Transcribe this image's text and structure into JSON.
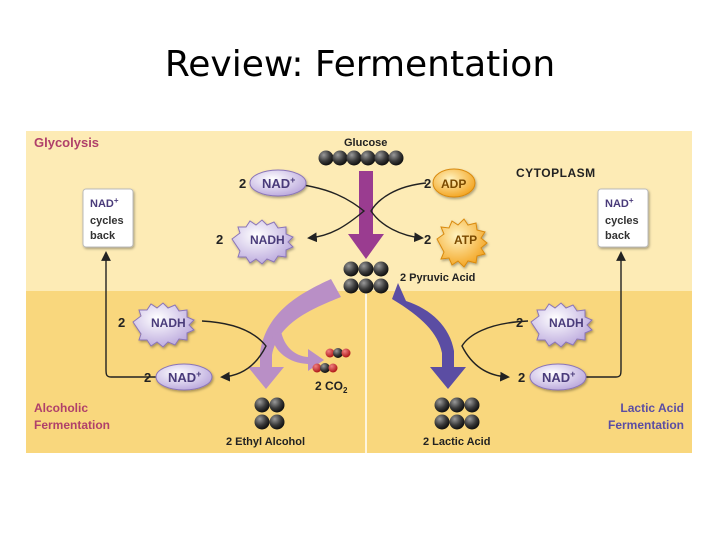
{
  "slide": {
    "title": "Review: Fermentation"
  },
  "diagram": {
    "glycolysis_label": "Glycolysis",
    "cytoplasm_label": "CYTOPLASM",
    "glucose_label": "Glucose",
    "pyruvic_label": "2 Pyruvic Acid",
    "co2": {
      "text": "2 CO",
      "subscript": "2"
    },
    "ethyl_label": "2 Ethyl Alcohol",
    "lactic_label": "2 Lactic Acid",
    "alcoholic_label_line1": "Alcoholic",
    "alcoholic_label_line2": "Fermentation",
    "lactic_ferm_label_line1": "Lactic Acid",
    "lactic_ferm_label_line2": "Fermentation",
    "nad_plus": {
      "text": "NAD",
      "sup": "+"
    },
    "nadh": "NADH",
    "adp": "ADP",
    "atp": "ATP",
    "coefficient": "2",
    "cycles_box": {
      "line1": "cycles",
      "line2": "back"
    },
    "colors": {
      "top_band": "#fdebb5",
      "bottom_band": "#f9d77d",
      "glycolysis_text": "#b0406a",
      "arrow_glycolysis": "#9a3c90",
      "arrow_alcoholic": "#b98fc6",
      "arrow_lactic": "#5b4da3",
      "nad_fill": "#c8b8e2",
      "adp_fill": "#f6b232",
      "atp_fill": "#f6b232"
    }
  }
}
